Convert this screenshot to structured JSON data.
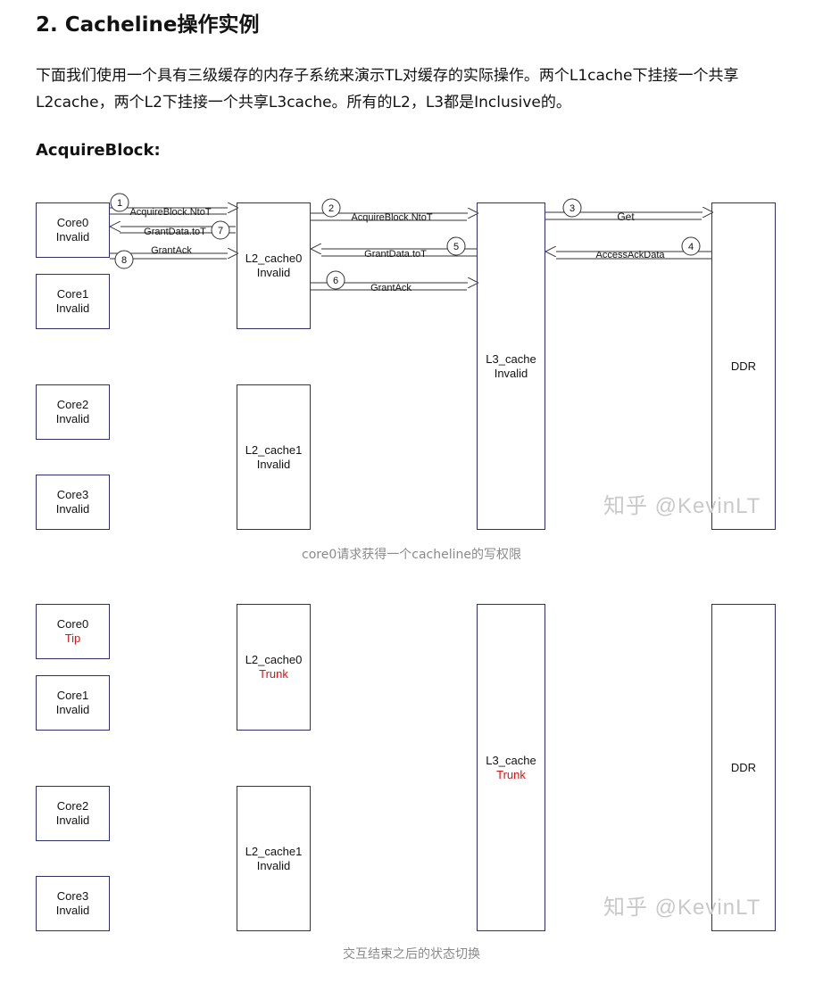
{
  "section_title": "2. Cacheline操作实例",
  "intro": "下面我们使用一个具有三级缓存的内存子系统来演示TL对缓存的实际操作。两个L1cache下挂接一个共享L2cache，两个L2下挂接一个共享L3cache。所有的L2，L3都是Inclusive的。",
  "subsection_title": "AcquireBlock:",
  "diagram1": {
    "core0": {
      "name": "Core0",
      "state": "Invalid"
    },
    "core1": {
      "name": "Core1",
      "state": "Invalid"
    },
    "core2": {
      "name": "Core2",
      "state": "Invalid"
    },
    "core3": {
      "name": "Core3",
      "state": "Invalid"
    },
    "l2_cache0": {
      "name": "L2_cache0",
      "state": "Invalid"
    },
    "l2_cache1": {
      "name": "L2_cache1",
      "state": "Invalid"
    },
    "l3_cache": {
      "name": "L3_cache",
      "state": "Invalid"
    },
    "ddr": {
      "name": "DDR"
    },
    "messages": {
      "m1": {
        "num": "1",
        "label": "AcquireBlock.NtoT"
      },
      "m2": {
        "num": "2",
        "label": "AcquireBlock.NtoT"
      },
      "m3": {
        "num": "3",
        "label": "Get"
      },
      "m4": {
        "num": "4",
        "label": "AccessAckData"
      },
      "m5": {
        "num": "5",
        "label": "GrantData.toT"
      },
      "m6": {
        "num": "6",
        "label": "GrantAck"
      },
      "m7": {
        "num": "7",
        "label": "GrantData.toT"
      },
      "m8": {
        "num": "8",
        "label": "GrantAck"
      }
    },
    "watermark": "知乎 @KevinLT",
    "caption": "core0请求获得一个cacheline的写权限"
  },
  "diagram2": {
    "core0": {
      "name": "Core0",
      "state": "Tip"
    },
    "core1": {
      "name": "Core1",
      "state": "Invalid"
    },
    "core2": {
      "name": "Core2",
      "state": "Invalid"
    },
    "core3": {
      "name": "Core3",
      "state": "Invalid"
    },
    "l2_cache0": {
      "name": "L2_cache0",
      "state": "Trunk"
    },
    "l2_cache1": {
      "name": "L2_cache1",
      "state": "Invalid"
    },
    "l3_cache": {
      "name": "L3_cache",
      "state": "Trunk"
    },
    "ddr": {
      "name": "DDR"
    },
    "watermark": "知乎 @KevinLT",
    "caption": "交互结束之后的状态切换"
  },
  "colors": {
    "changed_state": "#dd1111",
    "box_border": "#2f2f6a",
    "caption": "#8a8a8a"
  }
}
